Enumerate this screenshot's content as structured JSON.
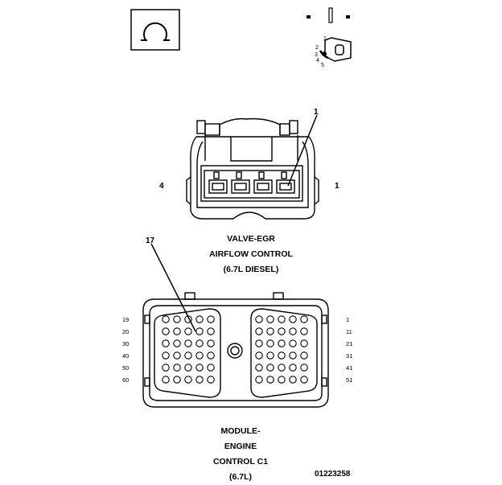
{
  "egr_connector": {
    "callout": "1",
    "left_pin": "4",
    "right_pin": "1",
    "title_lines": [
      "VALVE-EGR",
      "AIRFLOW CONTROL",
      "(6.7L DIESEL)"
    ]
  },
  "ecm_connector": {
    "callout": "17",
    "left_rows": [
      "19",
      "20",
      "30",
      "40",
      "50",
      "60"
    ],
    "right_rows": [
      "1",
      "11",
      "21",
      "31",
      "41",
      "51"
    ],
    "title_lines": [
      "MODULE-",
      "ENGINE",
      "CONTROL C1",
      "(6.7L)"
    ]
  },
  "key_icon_numbers": [
    "1",
    "2",
    "3",
    "4",
    "5"
  ],
  "figure_id": "01223258"
}
